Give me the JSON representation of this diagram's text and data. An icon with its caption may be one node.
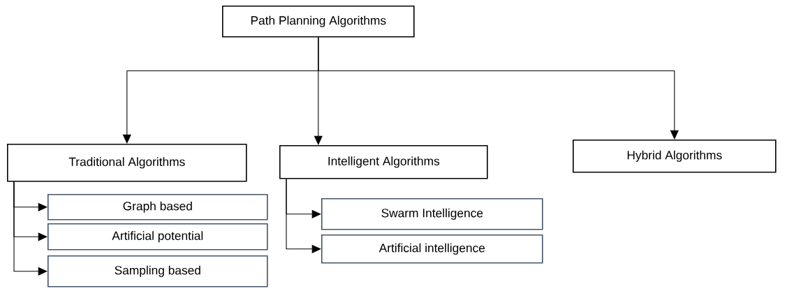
{
  "diagram": {
    "nodes": [
      {
        "text": [
          "Path Planning Algorithms"
        ]
      },
      {
        "text": [
          "Traditional Algorithms"
        ]
      },
      {
        "text": [
          "Intelligent Algorithms"
        ]
      },
      {
        "text": [
          "Hybrid Algorithms"
        ]
      },
      {
        "text": [
          "Graph based"
        ]
      },
      {
        "text": [
          "Artificial potential"
        ]
      },
      {
        "text": [
          "Sampling based"
        ]
      },
      {
        "text": [
          "Swarm Intelligence"
        ]
      },
      {
        "text": [
          "Artificial intelligence"
        ]
      }
    ],
    "edges": [
      {
        "from": 0,
        "to": 1,
        "arrow": "to"
      },
      {
        "from": 0,
        "to": 2,
        "arrow": "to"
      },
      {
        "from": 0,
        "to": 3,
        "arrow": "to"
      },
      {
        "from": 1,
        "to": 4,
        "arrow": "to"
      },
      {
        "from": 1,
        "to": 5,
        "arrow": "to"
      },
      {
        "from": 1,
        "to": 6,
        "arrow": "to"
      },
      {
        "from": 2,
        "to": 7,
        "arrow": "to"
      },
      {
        "from": 2,
        "to": 8,
        "arrow": "to"
      }
    ]
  }
}
